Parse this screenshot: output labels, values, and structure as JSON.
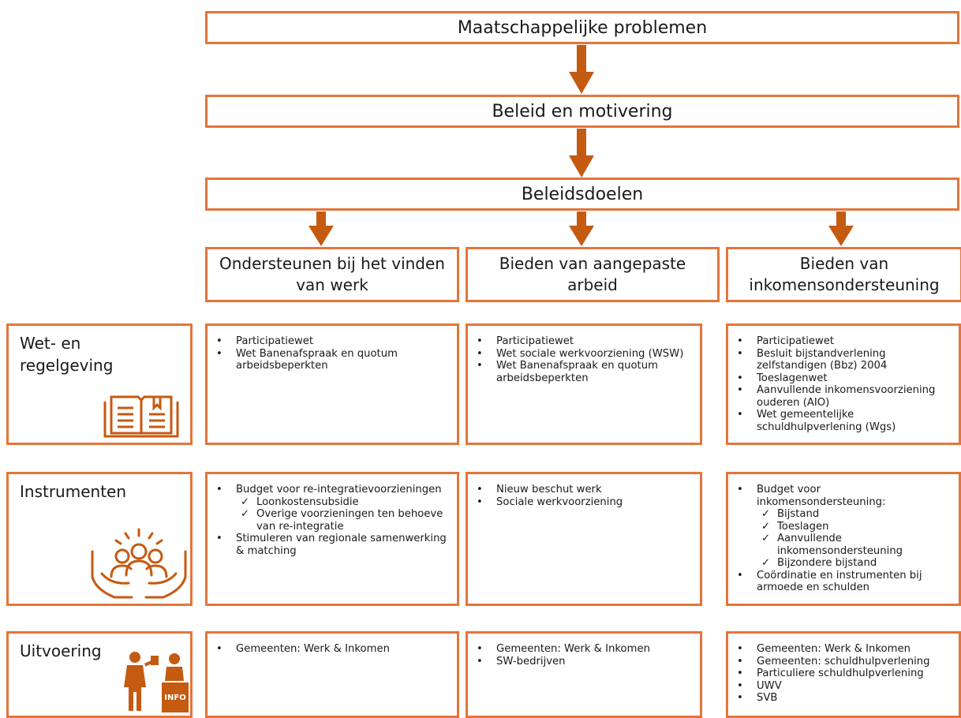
{
  "colors": {
    "accent": "#e4753a",
    "arrow": "#c55a11",
    "text": "#1a1a1a"
  },
  "header": {
    "problems": "Maatschappelijke problemen",
    "policy": "Beleid en motivering",
    "goals": "Beleidsdoelen"
  },
  "goals": [
    "Ondersteunen bij het vinden van werk",
    "Bieden van aangepaste arbeid",
    "Bieden van inkomensondersteuning"
  ],
  "rows": [
    {
      "label": "Wet- en regelgeving",
      "icon": "book-icon",
      "cells": [
        {
          "items": [
            {
              "text": "Participatiewet"
            },
            {
              "text": "Wet Banenafspraak en quotum arbeidsbeperkten"
            }
          ]
        },
        {
          "items": [
            {
              "text": "Participatiewet"
            },
            {
              "text": "Wet sociale werkvoorziening (WSW)"
            },
            {
              "text": "Wet Banenafspraak en quotum arbeidsbeperkten"
            }
          ]
        },
        {
          "items": [
            {
              "text": "Participatiewet"
            },
            {
              "text": "Besluit bijstandverlening zelfstandigen (Bbz) 2004"
            },
            {
              "text": "Toeslagenwet"
            },
            {
              "text": "Aanvullende inkomensvoorziening ouderen (AIO)"
            },
            {
              "text": "Wet gemeentelijke schuldhulpverlening (Wgs)"
            }
          ]
        }
      ]
    },
    {
      "label": "Instrumenten",
      "icon": "hands-people-icon",
      "cells": [
        {
          "items": [
            {
              "text": "Budget voor re-integratievoorzieningen",
              "sub": [
                "Loonkostensubsidie",
                "Overige voorzieningen ten behoeve van re-integratie"
              ]
            },
            {
              "text": "Stimuleren van regionale samenwerking & matching"
            }
          ]
        },
        {
          "items": [
            {
              "text": "Nieuw beschut werk"
            },
            {
              "text": "Sociale werkvoorziening"
            }
          ]
        },
        {
          "items": [
            {
              "text": "Budget voor inkomensondersteuning:",
              "sub": [
                "Bijstand",
                "Toeslagen",
                "Aanvullende inkomensondersteuning",
                "Bijzondere bijstand"
              ]
            },
            {
              "text": "Coördinatie en instrumenten bij armoede en schulden"
            }
          ]
        }
      ]
    },
    {
      "label": "Uitvoering",
      "icon": "info-desk-icon",
      "icon_label": "INFO",
      "cells": [
        {
          "items": [
            {
              "text": "Gemeenten: Werk & Inkomen"
            }
          ]
        },
        {
          "items": [
            {
              "text": "Gemeenten: Werk & Inkomen"
            },
            {
              "text": "SW-bedrijven"
            }
          ]
        },
        {
          "items": [
            {
              "text": "Gemeenten: Werk & Inkomen"
            },
            {
              "text": "Gemeenten: schuldhulpverlening"
            },
            {
              "text": "Particuliere schuldhulpverlening"
            },
            {
              "text": "UWV"
            },
            {
              "text": "SVB"
            }
          ]
        }
      ]
    }
  ]
}
